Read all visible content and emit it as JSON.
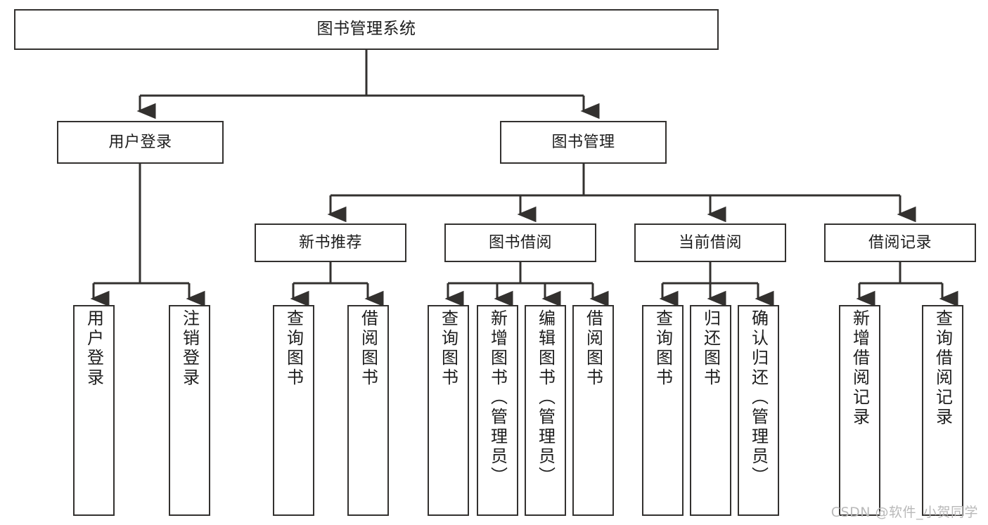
{
  "diagram": {
    "title": "图书管理系统",
    "type": "tree-hierarchy",
    "stroke_color": "#33312f",
    "text_color": "#1d1d1d",
    "background_color": "#ffffff"
  },
  "nodes": {
    "root": {
      "label": "图书管理系统"
    },
    "level2": [
      {
        "label": "用户登录"
      },
      {
        "label": "图书管理"
      }
    ],
    "level3": [
      {
        "label": "新书推荐"
      },
      {
        "label": "图书借阅"
      },
      {
        "label": "当前借阅"
      },
      {
        "label": "借阅记录"
      }
    ],
    "leaves": {
      "user_login": [
        {
          "label": "用户登录"
        },
        {
          "label": "注销登录"
        }
      ],
      "new_book_recommend": [
        {
          "label": "查询图书"
        },
        {
          "label": "借阅图书"
        }
      ],
      "book_borrow": [
        {
          "label": "查询图书"
        },
        {
          "label": "新增图书（管理员）"
        },
        {
          "label": "编辑图书（管理员）"
        },
        {
          "label": "借阅图书"
        }
      ],
      "current_borrow": [
        {
          "label": "查询图书"
        },
        {
          "label": "归还图书"
        },
        {
          "label": "确认归还（管理员）"
        }
      ],
      "borrow_records": [
        {
          "label": "新增借阅记录"
        },
        {
          "label": "查询借阅记录"
        }
      ]
    }
  },
  "watermark": {
    "text": "CSDN @软件_小贺同学"
  }
}
